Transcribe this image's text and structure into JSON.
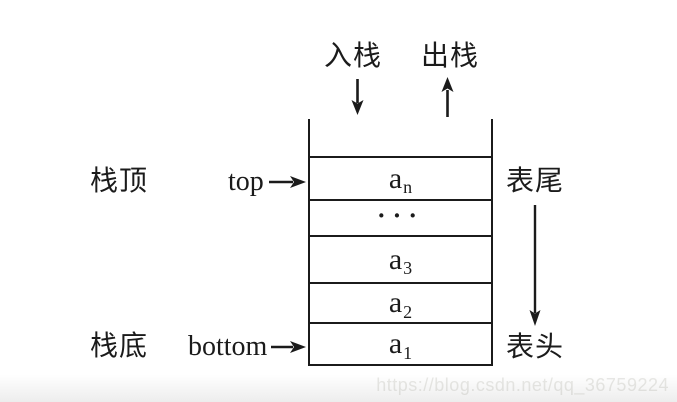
{
  "top_labels": {
    "push": "入栈",
    "pop": "出栈"
  },
  "left_labels": {
    "stack_top_cn": "栈顶",
    "top_pointer": "top",
    "stack_bottom_cn": "栈底",
    "bottom_pointer": "bottom"
  },
  "right_labels": {
    "list_tail": "表尾",
    "list_head": "表头"
  },
  "stack": {
    "cells": [
      {
        "base": "a",
        "sub": "n"
      },
      {
        "base": "···",
        "sub": ""
      },
      {
        "base": "a",
        "sub": "3"
      },
      {
        "base": "a",
        "sub": "2"
      },
      {
        "base": "a",
        "sub": "1"
      }
    ]
  },
  "watermark": "https://blog.csdn.net/qq_36759224",
  "colors": {
    "line": "#1b1b1b",
    "watermark": "#e9e9e6",
    "background": "#ffffff"
  }
}
